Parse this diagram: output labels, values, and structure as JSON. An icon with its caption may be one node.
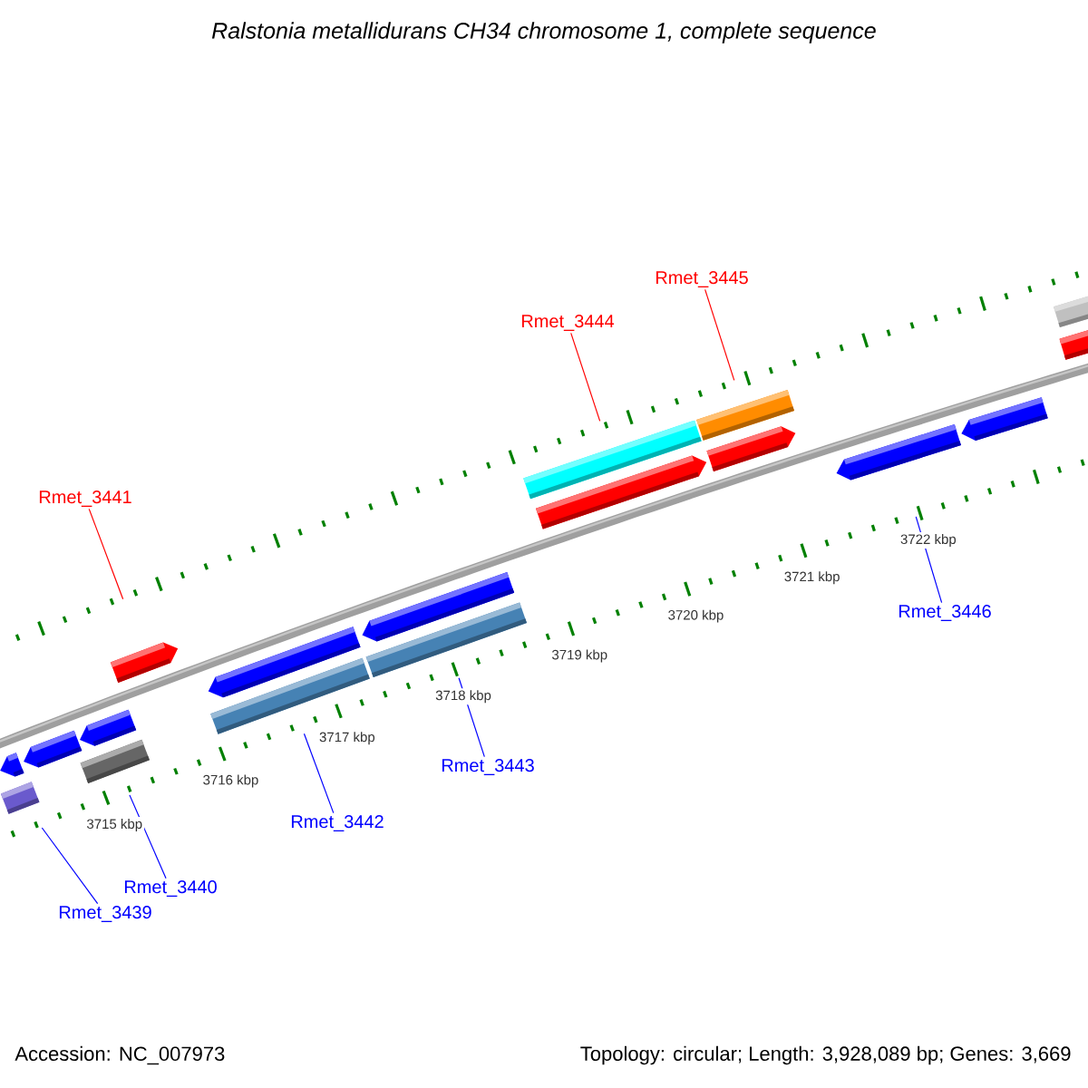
{
  "diagram": {
    "title": "Ralstonia metallidurans CH34 chromosome 1, complete sequence",
    "nodes": [
      {
        "text": [
          "Rmet_3445"
        ]
      },
      {
        "text": [
          "Rmet_3444"
        ]
      },
      {
        "text": [
          "Rmet_3441"
        ]
      },
      {
        "text": [
          "Rmet_3446"
        ]
      },
      {
        "text": [
          "Rmet_3443"
        ]
      },
      {
        "text": [
          "Rmet_3442"
        ]
      },
      {
        "text": [
          "Rmet_3440"
        ]
      },
      {
        "text": [
          "Rmet_3439"
        ]
      },
      {
        "text": [],
        "shape": "bar"
      },
      {
        "text": [],
        "shape": "bar"
      },
      {
        "text": [],
        "shape": "arrow"
      },
      {
        "text": [],
        "shape": "arrow"
      },
      {
        "text": [],
        "shape": "bar"
      },
      {
        "text": [],
        "shape": "bar"
      },
      {
        "text": [],
        "shape": "bar"
      },
      {
        "text": [],
        "shape": "bar"
      }
    ],
    "edges": [
      {
        "from": 0,
        "to": 8,
        "arrow": "none",
        "color": "#ff0000"
      },
      {
        "from": 1,
        "to": 9,
        "arrow": "none",
        "color": "#ff0000"
      },
      {
        "from": 2,
        "to": 10,
        "arrow": "none",
        "color": "#ff0000"
      },
      {
        "from": 3,
        "to": 11,
        "arrow": "none"
      },
      {
        "from": 4,
        "to": 12,
        "arrow": "none"
      },
      {
        "from": 5,
        "to": 13,
        "arrow": "none"
      },
      {
        "from": 6,
        "to": 14,
        "arrow": "none"
      },
      {
        "from": 7,
        "to": 15,
        "arrow": "none"
      }
    ],
    "labels": [
      "3722 kbp",
      "3721 kbp",
      "3720 kbp",
      "3719 kbp",
      "3718 kbp",
      "3717 kbp",
      "3716 kbp",
      "3715 kbp",
      "Accession: NC_007973",
      "Topology: circular; Length: 3,928,089 bp; Genes: 3,669"
    ]
  }
}
